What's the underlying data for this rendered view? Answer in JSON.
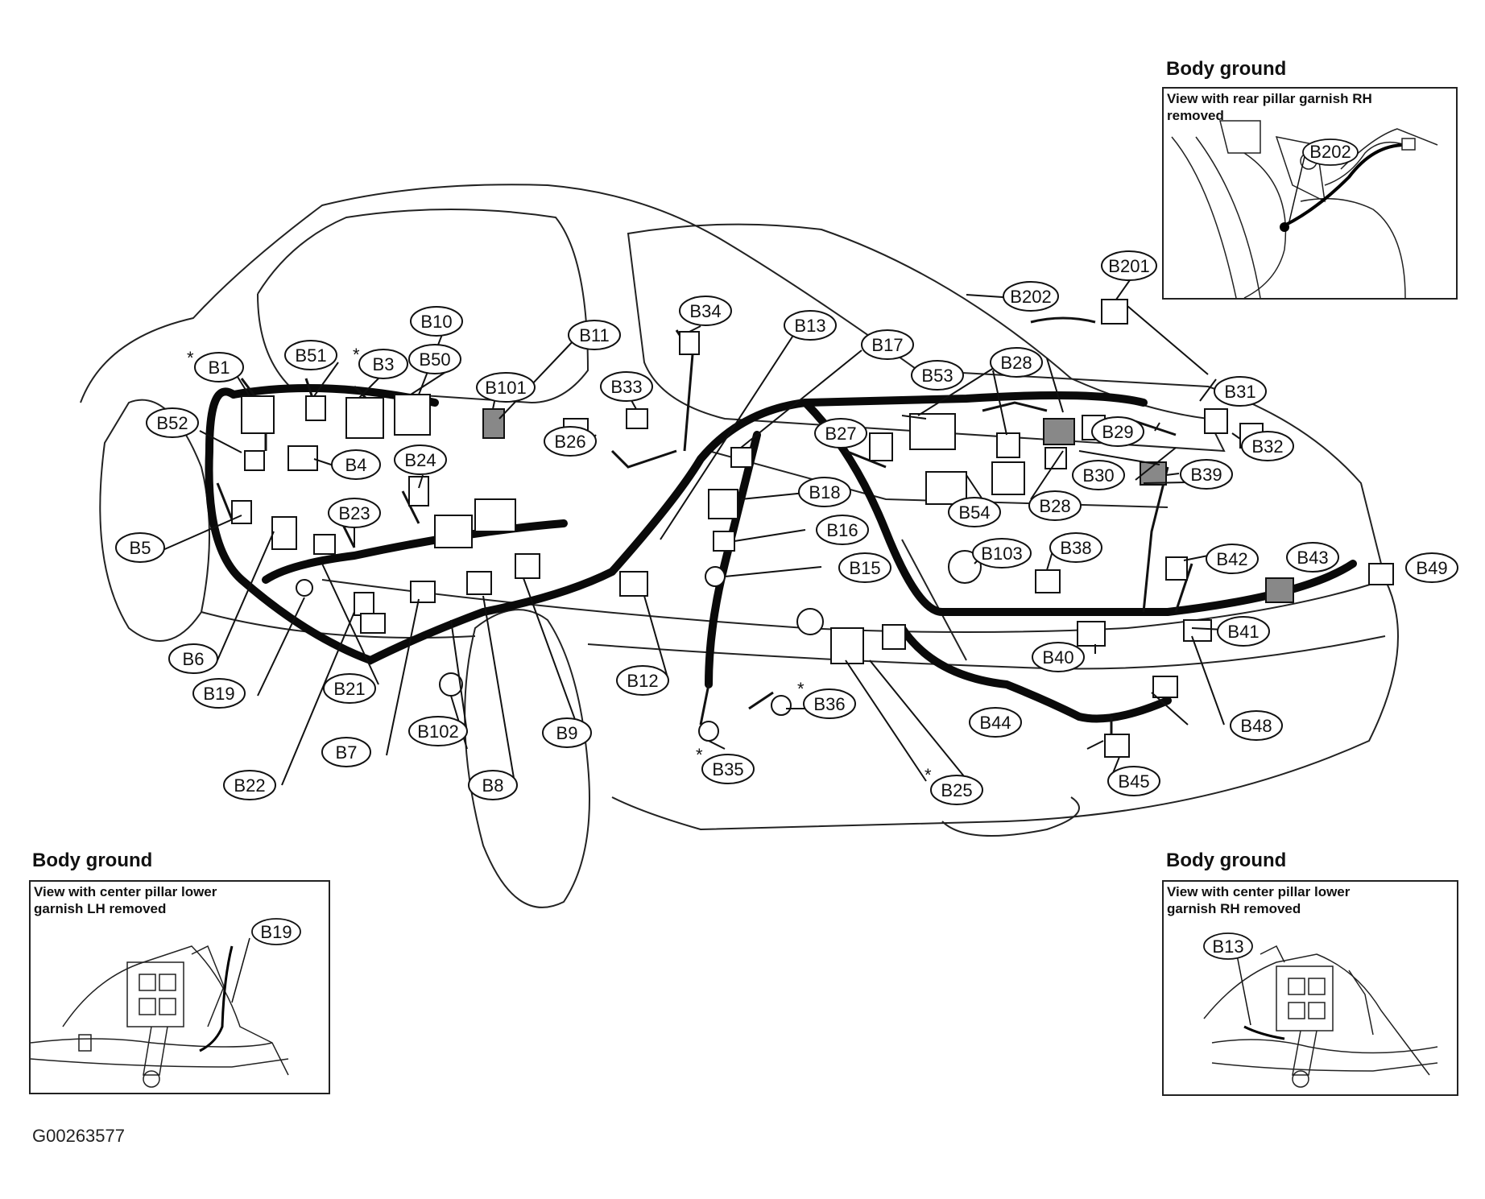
{
  "figure_id": "G00263577",
  "insets": {
    "rear": {
      "title": "Body ground",
      "caption": "View with rear pillar garnish RH removed",
      "label": "B202"
    },
    "left": {
      "title": "Body ground",
      "caption": "View with center pillar lower garnish LH removed",
      "label": "B19"
    },
    "right": {
      "title": "Body ground",
      "caption": "View with center pillar lower garnish RH removed",
      "label": "B13"
    }
  },
  "connector_labels": [
    {
      "id": "B1",
      "star": true
    },
    {
      "id": "B51",
      "star": false
    },
    {
      "id": "B3",
      "star": true
    },
    {
      "id": "B10",
      "star": false
    },
    {
      "id": "B50",
      "star": false
    },
    {
      "id": "B11",
      "star": false
    },
    {
      "id": "B101",
      "star": false
    },
    {
      "id": "B52",
      "star": false
    },
    {
      "id": "B4",
      "star": false
    },
    {
      "id": "B24",
      "star": false
    },
    {
      "id": "B23",
      "star": false
    },
    {
      "id": "B5",
      "star": false
    },
    {
      "id": "B6",
      "star": false
    },
    {
      "id": "B19",
      "star": false
    },
    {
      "id": "B21",
      "star": false
    },
    {
      "id": "B22",
      "star": false
    },
    {
      "id": "B7",
      "star": false
    },
    {
      "id": "B102",
      "star": false
    },
    {
      "id": "B8",
      "star": false
    },
    {
      "id": "B9",
      "star": false
    },
    {
      "id": "B12",
      "star": false
    },
    {
      "id": "B26",
      "star": false
    },
    {
      "id": "B33",
      "star": false
    },
    {
      "id": "B34",
      "star": false
    },
    {
      "id": "B13",
      "star": false
    },
    {
      "id": "B17",
      "star": false
    },
    {
      "id": "B18",
      "star": false
    },
    {
      "id": "B16",
      "star": false
    },
    {
      "id": "B15",
      "star": false
    },
    {
      "id": "B27",
      "star": false
    },
    {
      "id": "B53",
      "star": false
    },
    {
      "id": "B28",
      "star": false
    },
    {
      "id": "B28",
      "star": false
    },
    {
      "id": "B54",
      "star": false
    },
    {
      "id": "B202",
      "star": false
    },
    {
      "id": "B201",
      "star": false
    },
    {
      "id": "B31",
      "star": false
    },
    {
      "id": "B29",
      "star": false
    },
    {
      "id": "B30",
      "star": false
    },
    {
      "id": "B32",
      "star": false
    },
    {
      "id": "B39",
      "star": false
    },
    {
      "id": "B103",
      "star": false
    },
    {
      "id": "B38",
      "star": false
    },
    {
      "id": "B42",
      "star": false
    },
    {
      "id": "B43",
      "star": false
    },
    {
      "id": "B49",
      "star": false
    },
    {
      "id": "B41",
      "star": false
    },
    {
      "id": "B40",
      "star": false
    },
    {
      "id": "B36",
      "star": true
    },
    {
      "id": "B35",
      "star": true
    },
    {
      "id": "B44",
      "star": false
    },
    {
      "id": "B48",
      "star": false
    },
    {
      "id": "B45",
      "star": false
    },
    {
      "id": "B25",
      "star": true
    }
  ],
  "colors": {
    "line": "#111111",
    "harness": "#0a0a0a",
    "background": "#ffffff"
  }
}
